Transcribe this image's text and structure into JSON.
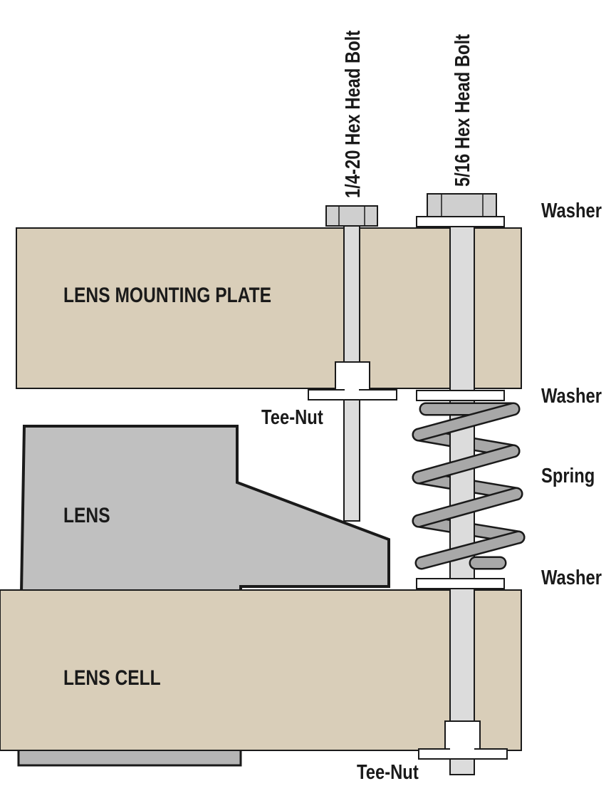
{
  "parts": {
    "mounting_plate": "LENS MOUNTING PLATE",
    "lens": "LENS",
    "lens_cell": "LENS CELL"
  },
  "callouts": {
    "bolt_small": "1/4-20 Hex Head Bolt",
    "bolt_large": "5/16 Hex Head Bolt",
    "washer_top": "Washer",
    "washer_middle": "Washer",
    "washer_bottom": "Washer",
    "spring": "Spring",
    "tee_nut_upper": "Tee-Nut",
    "tee_nut_lower": "Tee-Nut"
  },
  "colors": {
    "wood": "#d9ceb9",
    "lens_gray": "#c0c0c0",
    "steel": "#dcdcdc",
    "spring_gray": "#a8a8a8",
    "outline": "#1a1a1a"
  }
}
